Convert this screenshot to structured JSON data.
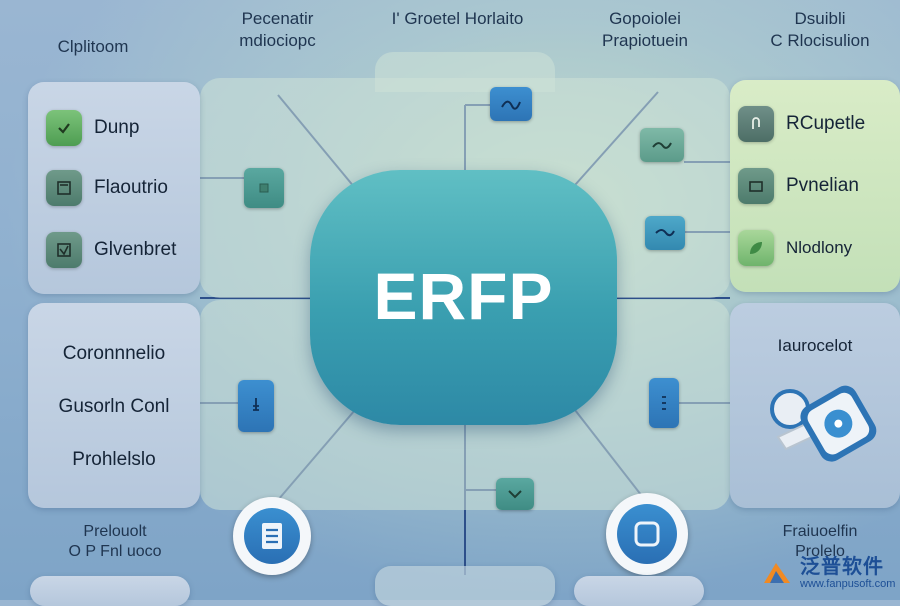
{
  "top_labels": [
    {
      "text": "Clplitoom"
    },
    {
      "line1": "Pecenatir",
      "line2": "mdiociopc"
    },
    {
      "text": "I' Groetel Horlaito"
    },
    {
      "line1": "Gopoiolei",
      "line2": "Prapiotuein"
    },
    {
      "line1": "Dsuibli",
      "line2": "C Rlocisulion"
    }
  ],
  "left_items": [
    "Dunp",
    "Flaoutrio",
    "Glvenbret"
  ],
  "right_items": [
    "RCupetle",
    "Pvnelian",
    "Nlodlony"
  ],
  "center": {
    "label": "ERFP"
  },
  "left_lower_items": [
    "Coronnnelio",
    "Gusorln Conl",
    "Prohlelslo"
  ],
  "right_lower_label": "Iaurocelot",
  "bottom_left": {
    "line1": "Prelouolt",
    "line2": "O   P Fnl uoco"
  },
  "bottom_right": {
    "line1": "Fraiuoelfin",
    "line2": "Prolelo"
  },
  "watermark": {
    "cn": "泛普软件",
    "url": "www.fanpusoft.com"
  },
  "colors": {
    "accent_blue": "#2d74b5",
    "center_teal": "#3a9fb0",
    "green": "#4e9d52"
  }
}
